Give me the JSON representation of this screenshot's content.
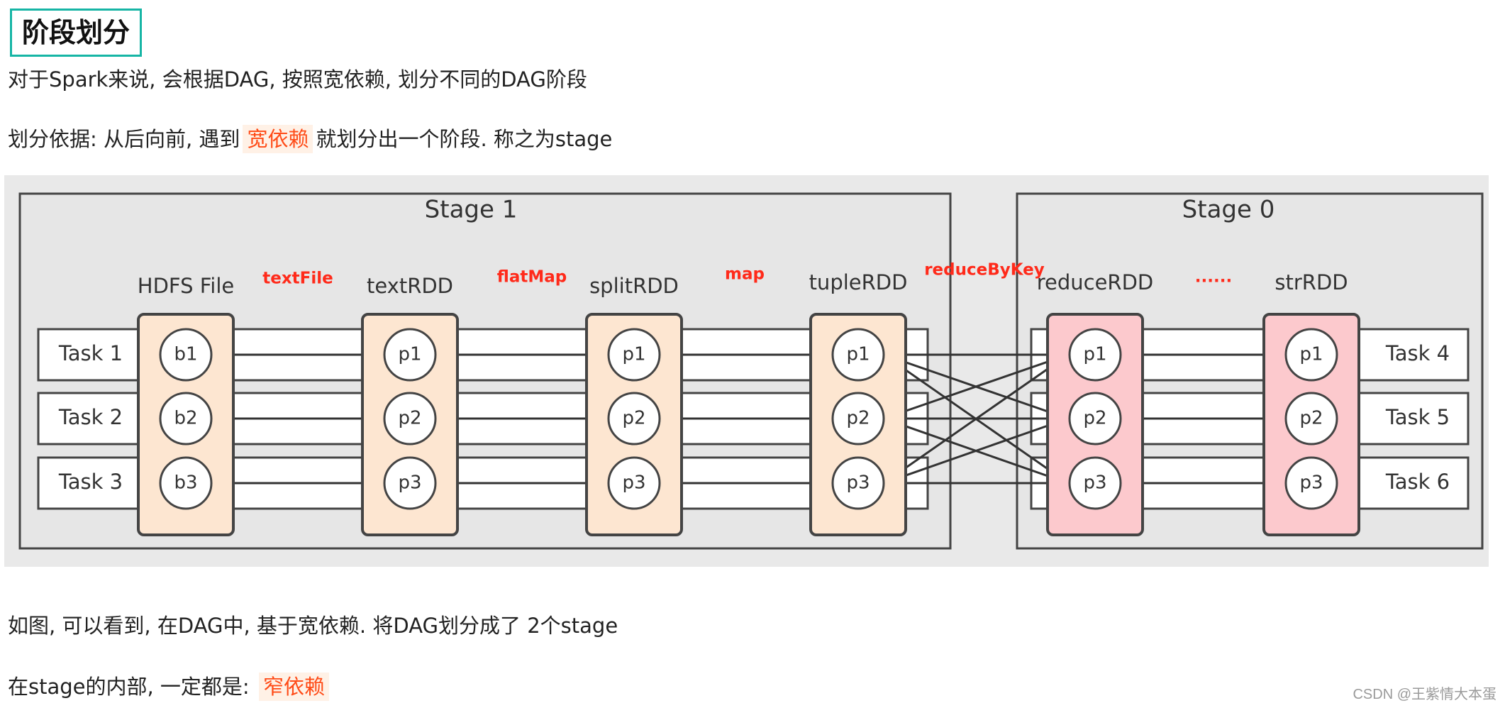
{
  "heading": "阶段划分",
  "paragraphs": {
    "p1": "对于Spark来说, 会根据DAG, 按照宽依赖, 划分不同的DAG阶段",
    "p2_prefix": "划分依据: 从后向前, 遇到",
    "p2_highlight": "宽依赖",
    "p2_suffix": "就划分出一个阶段. 称之为stage",
    "p3": "如图, 可以看到, 在DAG中, 基于宽依赖. 将DAG划分成了 2个stage",
    "p4_prefix": "在stage的内部, 一定都是:",
    "p4_highlight": "窄依赖"
  },
  "diagram": {
    "stage1_label": "Stage 1",
    "stage0_label": "Stage 0",
    "columns": [
      {
        "label": "HDFS File",
        "kind": "source",
        "partitions": [
          "b1",
          "b2",
          "b3"
        ]
      },
      {
        "label": "textRDD",
        "kind": "stage1",
        "partitions": [
          "p1",
          "p2",
          "p3"
        ]
      },
      {
        "label": "splitRDD",
        "kind": "stage1",
        "partitions": [
          "p1",
          "p2",
          "p3"
        ]
      },
      {
        "label": "tupleRDD",
        "kind": "stage1",
        "partitions": [
          "p1",
          "p2",
          "p3"
        ]
      },
      {
        "label": "reduceRDD",
        "kind": "stage0",
        "partitions": [
          "p1",
          "p2",
          "p3"
        ]
      },
      {
        "label": "strRDD",
        "kind": "stage0",
        "partitions": [
          "p1",
          "p2",
          "p3"
        ]
      }
    ],
    "operations": [
      "textFile",
      "flatMap",
      "map",
      "reduceByKey",
      "......"
    ],
    "tasks_left": [
      "Task 1",
      "Task 2",
      "Task 3"
    ],
    "tasks_right": [
      "Task 4",
      "Task 5",
      "Task 6"
    ],
    "colors": {
      "stage1_fill": "#fde6d1",
      "stage0_fill": "#fcc9cd",
      "op_label": "#ff2a1a",
      "stroke": "#444444",
      "panel": "#e6e6e6"
    }
  },
  "watermark": "CSDN @王紫情大本蛋"
}
